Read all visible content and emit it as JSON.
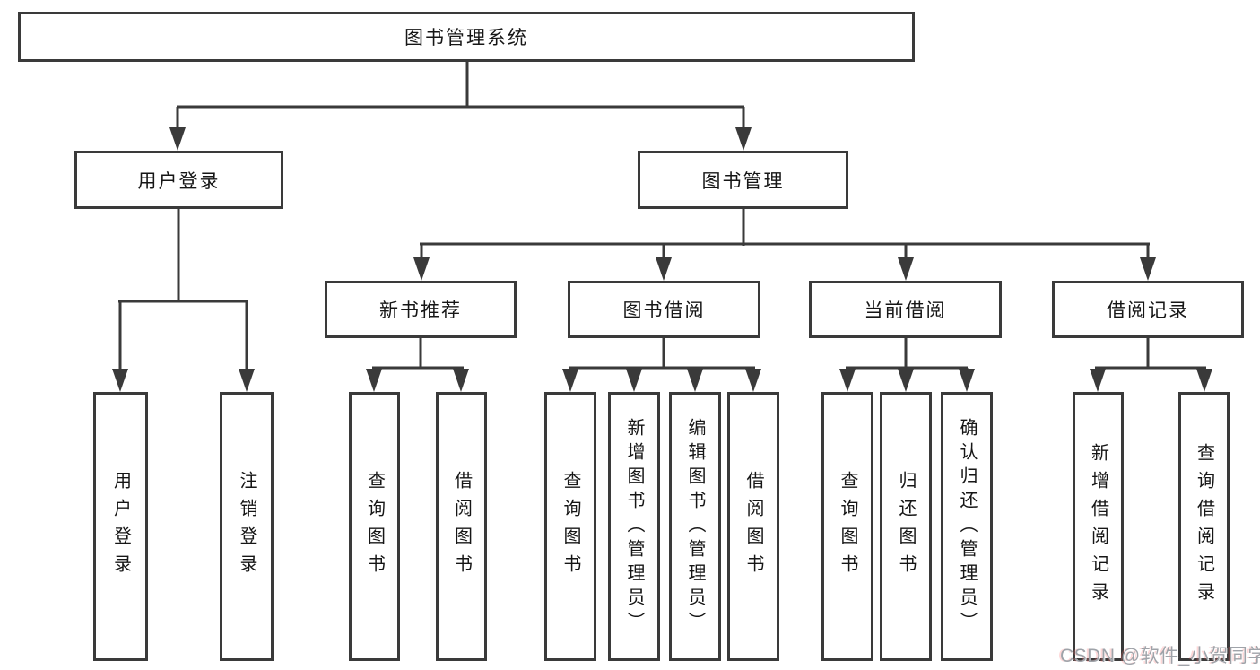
{
  "diagram": {
    "root": {
      "label": "图书管理系统"
    },
    "level2": {
      "user_login": {
        "label": "用户登录"
      },
      "book_management": {
        "label": "图书管理"
      }
    },
    "level3": {
      "new_book_recommend": {
        "label": "新书推荐"
      },
      "book_borrow": {
        "label": "图书借阅"
      },
      "current_borrow": {
        "label": "当前借阅"
      },
      "borrow_records": {
        "label": "借阅记录"
      }
    },
    "leaves": {
      "user_login": {
        "label": "用户登录"
      },
      "logout": {
        "label": "注销登录"
      },
      "nbr_query_book": {
        "label": "查询图书"
      },
      "nbr_borrow_book": {
        "label": "借阅图书"
      },
      "bb_query_book": {
        "label": "查询图书"
      },
      "bb_add_book": {
        "label": "新增图书（管理员）"
      },
      "bb_edit_book": {
        "label": "编辑图书（管理员）"
      },
      "bb_borrow_book": {
        "label": "借阅图书"
      },
      "cb_query_book": {
        "label": "查询图书"
      },
      "cb_return_book": {
        "label": "归还图书"
      },
      "cb_confirm_return": {
        "label": "确认归还（管理员）"
      },
      "br_add_record": {
        "label": "新增借阅记录"
      },
      "br_query_record": {
        "label": "查询借阅记录"
      }
    },
    "line_color": "#3a3a3a"
  },
  "watermark": {
    "text": "CSDN @软件_小贺同学"
  }
}
